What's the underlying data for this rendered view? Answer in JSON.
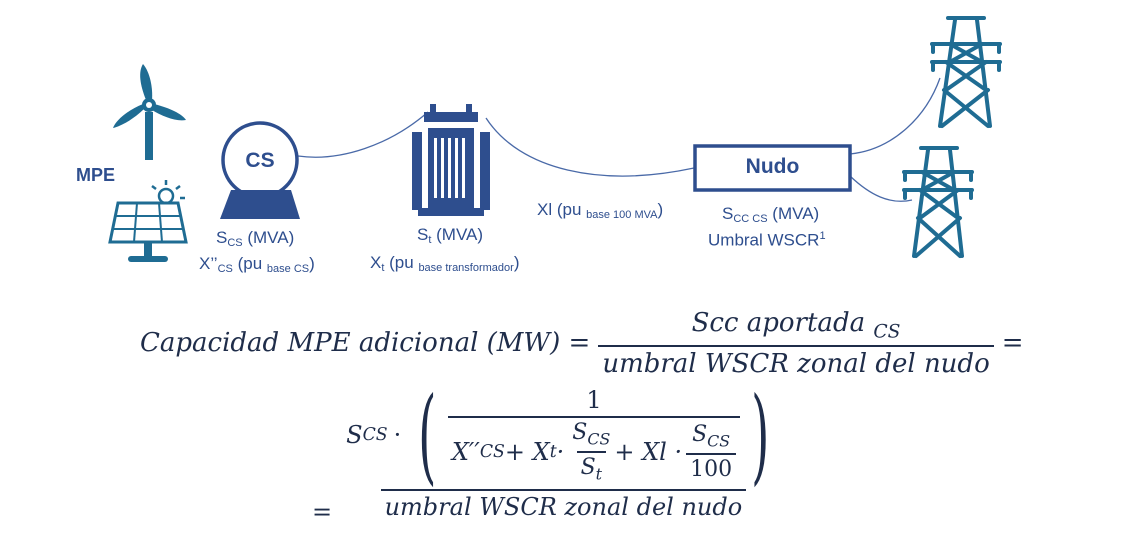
{
  "labels": {
    "mpe": "MPE",
    "cs_box": "CS",
    "nudo_box": "Nudo",
    "scs": {
      "main": "S",
      "sub": "CS",
      "rest": " (MVA)"
    },
    "xcs": {
      "main": "X’’",
      "sub": "CS",
      "rest": " (pu ",
      "small": "base CS",
      "end": ")"
    },
    "st": {
      "main": "S",
      "sub": "t",
      "rest": " (MVA)"
    },
    "xt": {
      "main": "X",
      "sub": "t",
      "rest": " (pu ",
      "small": "base transformador",
      "end": ")"
    },
    "xl": {
      "main": "Xl (pu ",
      "small": "base 100 MVA",
      "end": ")"
    },
    "scc": {
      "main": "S",
      "sub": "CC CS",
      "rest": " (MVA)"
    },
    "wscr": {
      "main": "Umbral WSCR",
      "sup": "1"
    }
  },
  "formula": {
    "line1_lhs": "Capacidad MPE adicional (MW) =",
    "line1_num": "Scc aportada",
    "line1_num_sub": "CS",
    "line1_den": "umbral WSCR zonal del nudo",
    "line1_end": "=",
    "line2_eq": "=",
    "line2_scs": "S",
    "line2_scs_sub": "CS",
    "line2_dot": "·",
    "line2_inner_num": "1",
    "line2_x": "X′′",
    "line2_x_sub": "CS",
    "line2_plus1": " + X",
    "line2_xt_sub": "t",
    "line2_dot2": " ·",
    "line2_frac_num": "S",
    "line2_frac_num_sub": "CS",
    "line2_frac_den": "S",
    "line2_frac_den_sub": "t",
    "line2_plus2": " + Xl ·",
    "line2_frac2_num": "S",
    "line2_frac2_num_sub": "CS",
    "line2_frac2_den": "100",
    "line2_den": "umbral WSCR zonal del nudo"
  },
  "colors": {
    "primary": "#2e4e8e",
    "icon": "#1f6c93",
    "line": "#4a6aa8",
    "formula": "#1f2d4a"
  }
}
